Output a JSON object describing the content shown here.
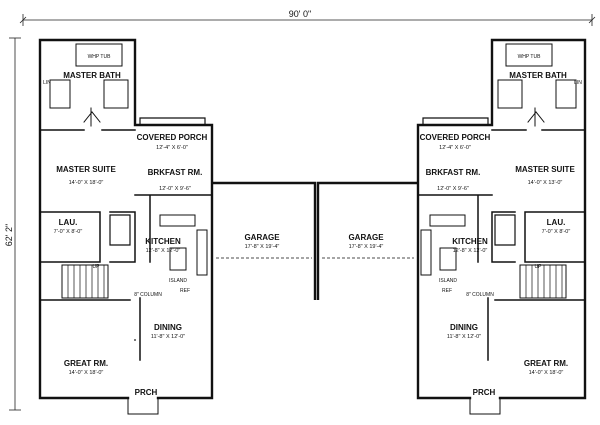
{
  "plan": {
    "overall_width": "90' 0\"",
    "overall_depth": "62' 2\"",
    "unit_left": {
      "master_bath": "MASTER BATH",
      "whp_tub": "WHP TUB",
      "lin": "LIN",
      "master_suite": "MASTER SUITE",
      "master_suite_dim": "14'-0\" X 18'-0\"",
      "covered_porch": "COVERED PORCH",
      "covered_porch_dim": "12'-4\" X 6'-0\"",
      "brkfast": "BRKFAST RM.",
      "brkfast_dim": "12'-0\" X 9'-6\"",
      "lau": "LAU.",
      "lau_dim": "7'-0\" X 8'-0\"",
      "kitchen": "KITCHEN",
      "kitchen_dim": "12'-8\" X 12'-0\"",
      "island": "ISLAND",
      "ref": "REF",
      "column": "8\" COLUMN",
      "up": "UP",
      "dining": "DINING",
      "dining_dim": "11'-8\" X 12'-0\"",
      "great_rm": "GREAT RM.",
      "great_rm_dim": "14'-0\" X 18'-0\"",
      "prch": "PRCH",
      "garage": "GARAGE",
      "garage_dim": "17'-8\" X 19'-4\""
    },
    "unit_right": {
      "master_bath": "MASTER BATH",
      "whp_tub": "WHP TUB",
      "lin": "LIN",
      "master_suite": "MASTER SUITE",
      "master_suite_dim": "14'-0\" X 13'-0\"",
      "covered_porch": "COVERED PORCH",
      "covered_porch_dim": "12'-4\" X 6'-0\"",
      "brkfast": "BRKFAST RM.",
      "brkfast_dim": "12'-0\" X 9'-6\"",
      "lau": "LAU.",
      "lau_dim": "7'-0\" X 8'-0\"",
      "kitchen": "KITCHEN",
      "kitchen_dim": "12'-8\" X 12'-0\"",
      "island": "ISLAND",
      "ref": "REF",
      "column": "8\" COLUMN",
      "up": "UP",
      "dining": "DINING",
      "dining_dim": "11'-8\" X 12'-0\"",
      "great_rm": "GREAT RM.",
      "great_rm_dim": "14'-0\" X 18'-0\"",
      "prch": "PRCH",
      "garage": "GARAGE",
      "garage_dim": "17'-8\" X 19'-4\""
    }
  }
}
